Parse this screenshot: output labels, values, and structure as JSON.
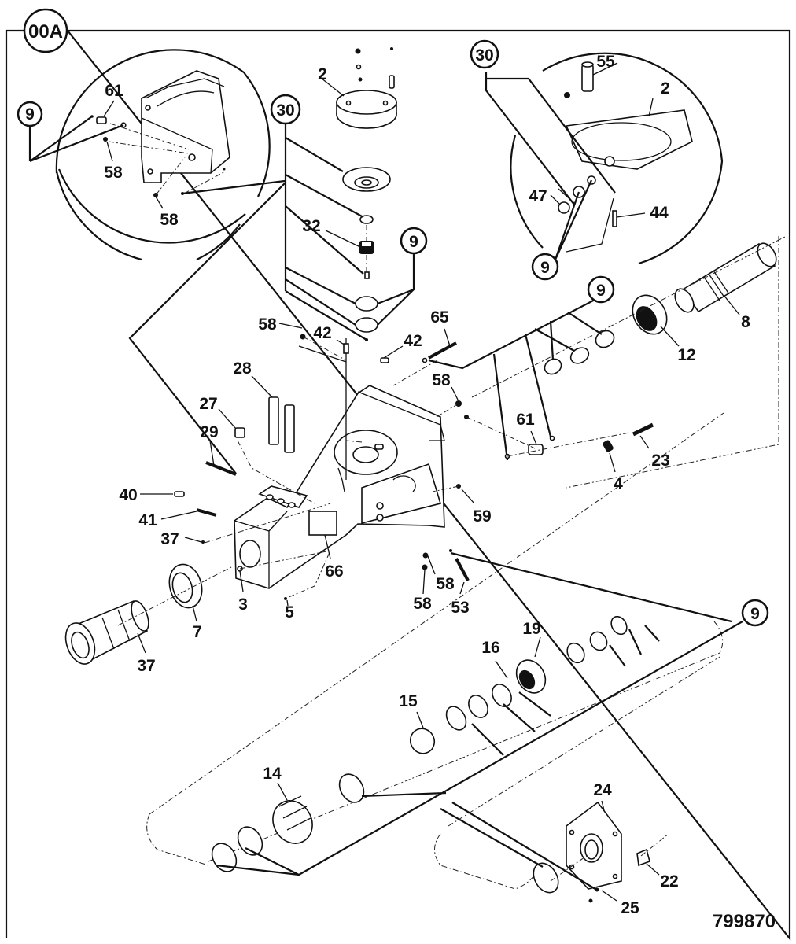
{
  "diagram": {
    "sheet_label": "00A",
    "figure_number": "799870",
    "callout_circles": [
      {
        "id": "c9-topleft",
        "text": "9"
      },
      {
        "id": "c30-left",
        "text": "30"
      },
      {
        "id": "c9-mid",
        "text": "9"
      },
      {
        "id": "c30-right",
        "text": "30"
      },
      {
        "id": "c9-rightdetail",
        "text": "9"
      },
      {
        "id": "c9-upperright",
        "text": "9"
      },
      {
        "id": "c9-lower",
        "text": "9"
      }
    ],
    "part_labels": [
      {
        "id": "p61a",
        "text": "61"
      },
      {
        "id": "p58a",
        "text": "58"
      },
      {
        "id": "p58b",
        "text": "58"
      },
      {
        "id": "p2a",
        "text": "2"
      },
      {
        "id": "p32",
        "text": "32"
      },
      {
        "id": "p55",
        "text": "55"
      },
      {
        "id": "p2b",
        "text": "2"
      },
      {
        "id": "p47",
        "text": "47"
      },
      {
        "id": "p44",
        "text": "44"
      },
      {
        "id": "p8",
        "text": "8"
      },
      {
        "id": "p12",
        "text": "12"
      },
      {
        "id": "p58c",
        "text": "58"
      },
      {
        "id": "p42a",
        "text": "42"
      },
      {
        "id": "p42b",
        "text": "42"
      },
      {
        "id": "p65",
        "text": "65"
      },
      {
        "id": "p58d",
        "text": "58"
      },
      {
        "id": "p28",
        "text": "28"
      },
      {
        "id": "p27",
        "text": "27"
      },
      {
        "id": "p29",
        "text": "29"
      },
      {
        "id": "p61b",
        "text": "61"
      },
      {
        "id": "p23",
        "text": "23"
      },
      {
        "id": "p4",
        "text": "4"
      },
      {
        "id": "p40",
        "text": "40"
      },
      {
        "id": "p41",
        "text": "41"
      },
      {
        "id": "p37a",
        "text": "37"
      },
      {
        "id": "p59",
        "text": "59"
      },
      {
        "id": "p66",
        "text": "66"
      },
      {
        "id": "p3",
        "text": "3"
      },
      {
        "id": "p58e",
        "text": "58"
      },
      {
        "id": "p58f",
        "text": "58"
      },
      {
        "id": "p53",
        "text": "53"
      },
      {
        "id": "p7",
        "text": "7"
      },
      {
        "id": "p37b",
        "text": "37"
      },
      {
        "id": "p5",
        "text": "5"
      },
      {
        "id": "p19",
        "text": "19"
      },
      {
        "id": "p16",
        "text": "16"
      },
      {
        "id": "p15",
        "text": "15"
      },
      {
        "id": "p14",
        "text": "14"
      },
      {
        "id": "p24",
        "text": "24"
      },
      {
        "id": "p22",
        "text": "22"
      },
      {
        "id": "p25",
        "text": "25"
      }
    ]
  }
}
